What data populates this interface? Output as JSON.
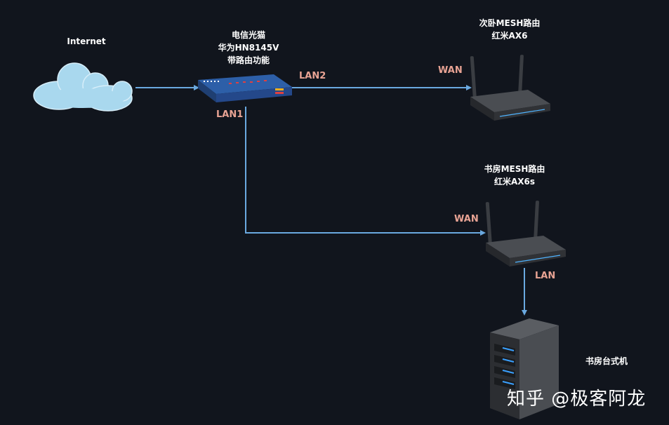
{
  "nodes": {
    "internet": {
      "label": "Internet",
      "icon": "cloud-icon"
    },
    "modem": {
      "lines": [
        "电信光猫",
        "华为HN8145V",
        "带路由功能"
      ],
      "icon": "router-modem-icon"
    },
    "router_bedroom": {
      "lines": [
        "次卧MESH路由",
        "红米AX6"
      ],
      "icon": "wifi-router-icon"
    },
    "router_study": {
      "lines": [
        "书房MESH路由",
        "红米AX6s"
      ],
      "icon": "wifi-router-icon"
    },
    "desktop": {
      "label": "书房台式机",
      "icon": "server-tower-icon"
    }
  },
  "ports": {
    "modem_lan2": "LAN2",
    "modem_lan1": "LAN1",
    "bedroom_wan": "WAN",
    "study_wan": "WAN",
    "study_lan": "LAN"
  },
  "connections": [
    {
      "from": "internet",
      "to": "modem"
    },
    {
      "from": "modem",
      "via": "LAN2",
      "to": "router_bedroom",
      "into": "WAN"
    },
    {
      "from": "modem",
      "via": "LAN1",
      "to": "router_study",
      "into": "WAN"
    },
    {
      "from": "router_study",
      "via": "LAN",
      "to": "desktop"
    }
  ],
  "watermark": "知乎 @极客阿龙",
  "colors": {
    "background": "#11151d",
    "link": "#6aa9e0",
    "port_label": "#e8a394",
    "text": "#ffffff"
  }
}
